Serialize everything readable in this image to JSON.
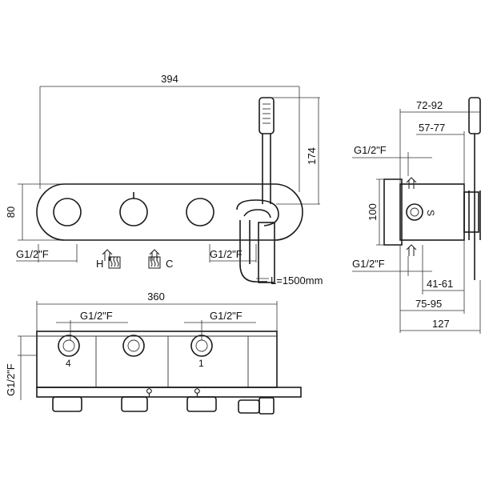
{
  "dimensions": {
    "overall_width": "394",
    "height_174": "174",
    "panel_height": "80",
    "depth_360": "360",
    "side_72_92": "72-92",
    "side_57_77": "57-77",
    "side_100": "100",
    "side_41_61": "41-61",
    "side_75_95": "75-95",
    "side_127": "127",
    "hose_length": "L=1500mm"
  },
  "connections": {
    "front_left": "G1/2\"F",
    "front_right": "G1/2\"F",
    "side_top": "G1/2\"F",
    "side_bottom": "G1/2\"F",
    "bottom_left": "G1/2\"F",
    "bottom_right": "G1/2\"F",
    "bottom_vertical": "G1/2\"F"
  },
  "inlets": {
    "hot": "H",
    "cold": "C"
  },
  "icons": [
    "hot-water-icon",
    "cold-water-icon",
    "hand-shower-icon",
    "arrow-up-icon",
    "shower-head-icon"
  ]
}
